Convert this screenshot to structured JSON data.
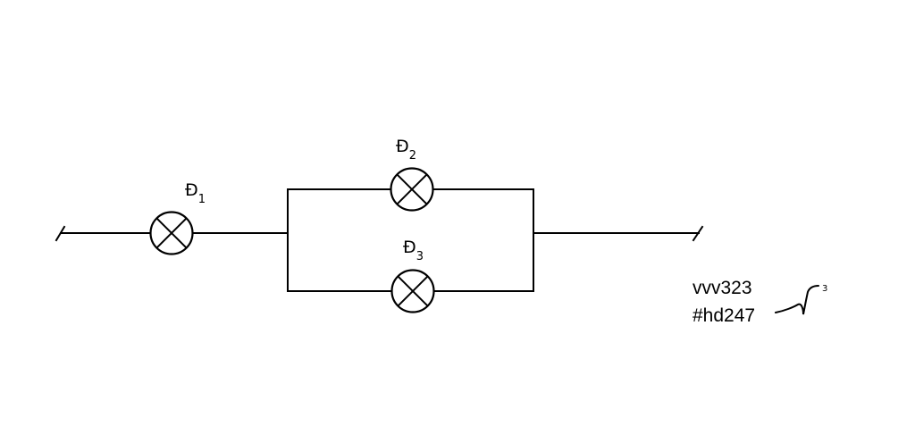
{
  "lamps": [
    {
      "symbol": "Đ",
      "index": "1"
    },
    {
      "symbol": "Đ",
      "index": "2"
    },
    {
      "symbol": "Đ",
      "index": "3"
    }
  ],
  "watermark": {
    "line1": "vvv323",
    "line2": "#hd247",
    "mark": "3"
  }
}
